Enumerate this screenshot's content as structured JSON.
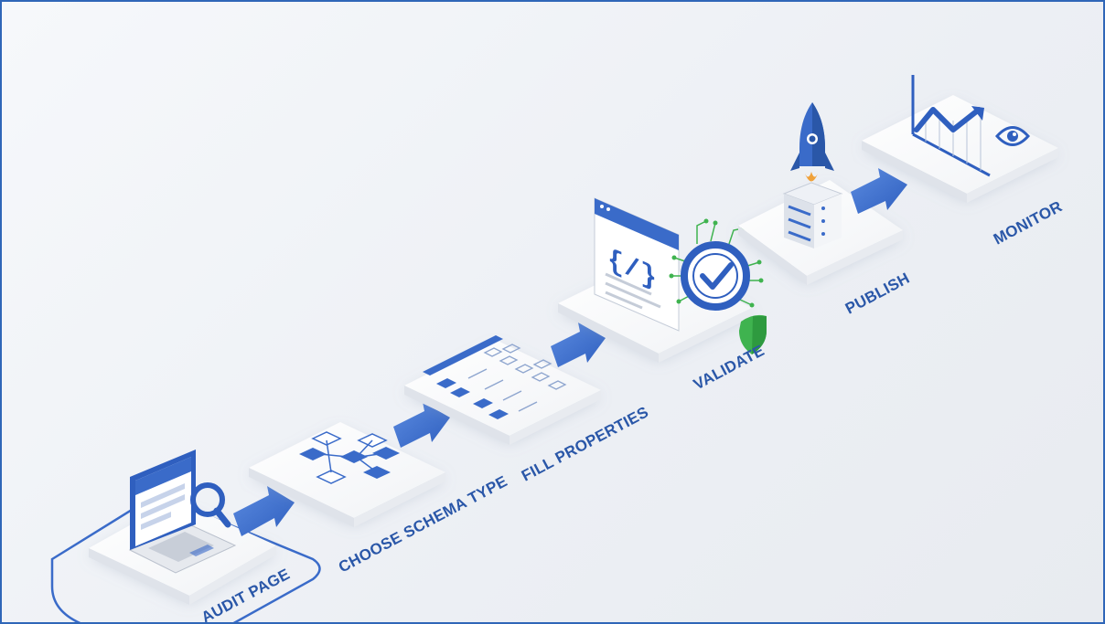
{
  "steps": [
    {
      "label": "AUDIT PAGE",
      "icon": "laptop-magnifier-icon"
    },
    {
      "label": "CHOOSE SCHEMA TYPE",
      "icon": "schema-tree-icon"
    },
    {
      "label": "FILL PROPERTIES",
      "icon": "form-fields-icon"
    },
    {
      "label": "VALIDATE",
      "icon": "code-check-icon"
    },
    {
      "label": "PUBLISH",
      "icon": "rocket-server-icon"
    },
    {
      "label": "MONITOR",
      "icon": "chart-eye-icon"
    }
  ],
  "colors": {
    "primary": "#3a6bc9",
    "dark": "#2a57a8",
    "green": "#3fb34f",
    "orange": "#f0a23a",
    "tile": "#f7f8fa"
  }
}
